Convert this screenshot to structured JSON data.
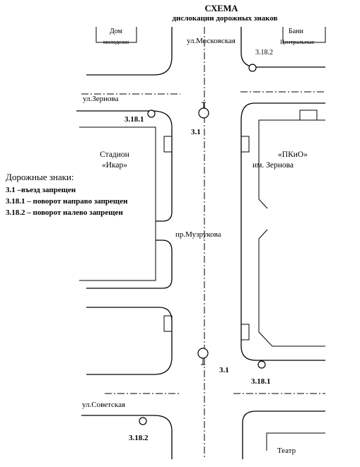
{
  "title": "СХЕМА",
  "subtitle": "дислокации дорожных знаков",
  "buildings": {
    "dom_molodezhi_line1": "Дом",
    "dom_molodezhi_line2": "молодежи",
    "bani_line1": "Бани",
    "bani_line2": "Центральные",
    "stadium_line1": "Стадион",
    "stadium_line2": "«Икар»",
    "park_line1": "«ПКиО»",
    "park_line2": "им. Зернова",
    "theatre": "Театр"
  },
  "streets": {
    "moskovskaya": "ул.Московская",
    "zernova": "ул.Зернова",
    "muzrukova": "пр.Музрукова",
    "sovetskaya": "ул.Советская"
  },
  "sign_labels": {
    "s3_1_top": "3.1",
    "s3_1_bottom": "3.1",
    "s3_18_1_top": "3.18.1",
    "s3_18_1_bottom": "3.18.1",
    "s3_18_2_top": "3.18.2",
    "s3_18_2_bottom": "3.18.2"
  },
  "legend": {
    "heading": "Дорожные знаки:",
    "items": [
      {
        "code": "3.1",
        "text": " –въезд запрещен"
      },
      {
        "code": "3.18.1",
        "text": " – поворот направо запрещен"
      },
      {
        "code": "3.18.2",
        "text": " – поворот налево запрещен"
      }
    ]
  }
}
